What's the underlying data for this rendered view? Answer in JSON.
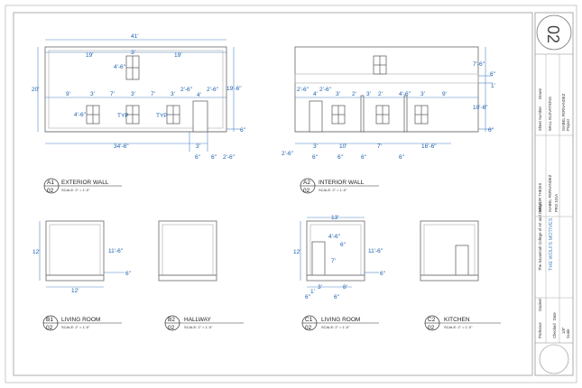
{
  "exterior": {
    "id": "A1",
    "sheet": "02",
    "title": "EXTERIOR WALL",
    "scale": "SCALE: 2\" = 1'-0\"",
    "dims": {
      "overall": "41'",
      "left_top": "19'",
      "right_top": "19'",
      "window_top": "3'",
      "window_h": "4'-6\"",
      "height_left": "20'",
      "height_right": "19'-6\"",
      "w1": "9'",
      "w2": "3'",
      "w3": "7'",
      "w4": "3'",
      "w5": "7'",
      "w6": "3'",
      "w7": "2'-6\"",
      "w8": "2'-6\"",
      "sill": "4'-6\"",
      "typ1": "TYP",
      "typ2": "TYP",
      "door_w": "4'",
      "bottom_six": "6\"",
      "bottom_len": "34'-6\"",
      "bottom_three": "3'",
      "b6a": "6\"",
      "b6b": "6\"",
      "b26": "2'-6\""
    }
  },
  "interior": {
    "id": "A2",
    "sheet": "02",
    "title": "INTERIOR WALL",
    "scale": "SCALE: 2\" = 1'-0\"",
    "dims": {
      "r76": "7'-6\"",
      "r6a": "6\"",
      "r1": "1'",
      "r106": "10'-6\"",
      "r6b": "6\"",
      "t1": "2'-6\"",
      "t2": "2'-6\"",
      "t3": "4'",
      "t4": "3'",
      "t5": "2'",
      "t6": "3'",
      "t7": "2'",
      "t8": "4'-6\"",
      "t9": "3'",
      "t10": "9'",
      "b26": "2'-6\"",
      "b3": "3'",
      "b10": "10'",
      "b7": "7'",
      "b166": "16'-6\"",
      "b6a": "6\"",
      "b6b": "6\"",
      "b6c": "6\"",
      "b6d": "6\""
    }
  },
  "living_b1": {
    "id": "B1",
    "sheet": "02",
    "title": "LIVING ROOM",
    "scale": "SCALE: 2\" = 1'-0\"",
    "h": "12'",
    "h2": "11'-6\"",
    "w": "12'",
    "six": "6\""
  },
  "hallway": {
    "id": "B2",
    "sheet": "02",
    "title": "HALLWAY",
    "scale": "SCALE: 2\" = 1'-0\""
  },
  "living_c1": {
    "id": "C1",
    "sheet": "02",
    "title": "LIVING ROOM",
    "scale": "SCALE: 2\" = 1'-0\"",
    "w": "13'",
    "h": "12'",
    "h2": "11'-6\"",
    "d46": "4'-6\"",
    "d6a": "6\"",
    "d7": "7'",
    "d6b": "6\"",
    "b3": "3'",
    "b8": "8'",
    "b1": "1'",
    "b6a": "6\"",
    "b6b": "6\""
  },
  "kitchen": {
    "id": "C2",
    "sheet": "02",
    "title": "KITCHEN",
    "scale": "SCALE: 2\" = 1'-0\""
  },
  "title_block": {
    "sheet_no": "02",
    "school": "The Savannah College of Art and Design",
    "project": "THE WOLFS MOTIVES",
    "thesis": "SENIOR THESIS",
    "designer": "ISABEL FERNANDEZ",
    "course": "PRO 101A",
    "sheet_title": "WALL ELEVATIONS",
    "designer2": "ISABEL FERNANDEZ",
    "scale_val": "1/8\"",
    "f1": "Sheet Number",
    "f2": "Drawn",
    "f3": "Checked",
    "f4": "Date",
    "f5": "Scale",
    "f6": "Professor",
    "f7": "Student",
    "f8": "Project"
  }
}
